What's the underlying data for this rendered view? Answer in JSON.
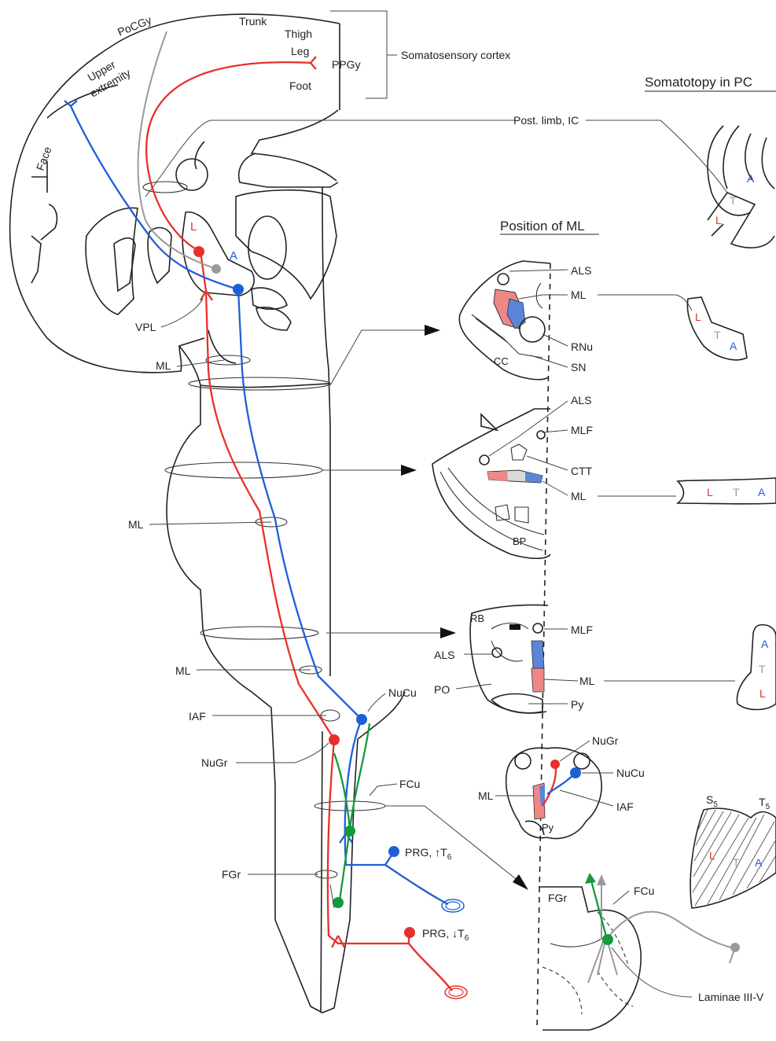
{
  "colors": {
    "leg": "#e8302a",
    "arm": "#1f5fd6",
    "trunk": "#9a9a9a",
    "spinal_fiber": "#159a3a",
    "ink": "#222222"
  },
  "cortex": {
    "pocgy": "PoCGy",
    "trunk": "Trunk",
    "thigh": "Thigh",
    "leg": "Leg",
    "foot": "Foot",
    "ppgy": "PPGy",
    "face": "Face",
    "upper": "Upper",
    "extremity": "extremity",
    "somatosensory_cortex": "Somatosensory cortex",
    "post_limb_ic": "Post. limb, IC",
    "L": "L",
    "A": "A",
    "vpl": "VPL"
  },
  "brainstem": {
    "ml": "ML",
    "iaf": "IAF",
    "nucu": "NuCu",
    "nugr": "NuGr",
    "fcu": "FCu",
    "fgr": "FGr",
    "prg_upper_a": "PRG, ",
    "prg_upper_b": "T",
    "prg_upper_sub": "6",
    "prg_lower_a": "PRG, ",
    "prg_lower_b": "T",
    "prg_lower_sub": "6"
  },
  "sections": {
    "title": "Position of ML",
    "mid": {
      "als": "ALS",
      "ml": "ML",
      "rnu": "RNu",
      "sn": "SN",
      "cc": "CC"
    },
    "pons": {
      "als": "ALS",
      "mlf": "MLF",
      "ctt": "CTT",
      "ml": "ML",
      "bp": "BP"
    },
    "medulla": {
      "rb": "RB",
      "mlf": "MLF",
      "als": "ALS",
      "po": "PO",
      "ml": "ML",
      "py": "Py"
    },
    "caudal": {
      "nugr": "NuGr",
      "nucu": "NuCu",
      "ml": "ML",
      "iaf": "IAF",
      "py": "Py"
    },
    "cord": {
      "fgr": "FGr",
      "fcu": "FCu",
      "laminae": "Laminae III-V"
    }
  },
  "somatotopy": {
    "title": "Somatotopy in PC",
    "ic": {
      "A": "A",
      "T": "T",
      "L": "L"
    },
    "mid": {
      "L": "L",
      "T": "T",
      "A": "A"
    },
    "pons": {
      "L": "L",
      "T": "T",
      "A": "A"
    },
    "med": {
      "A": "A",
      "T": "T",
      "L": "L"
    },
    "cord": {
      "s": "S",
      "s_sub": "5",
      "t": "T",
      "t_sub": "5",
      "L": "L",
      "T": "T",
      "A": "A"
    }
  }
}
